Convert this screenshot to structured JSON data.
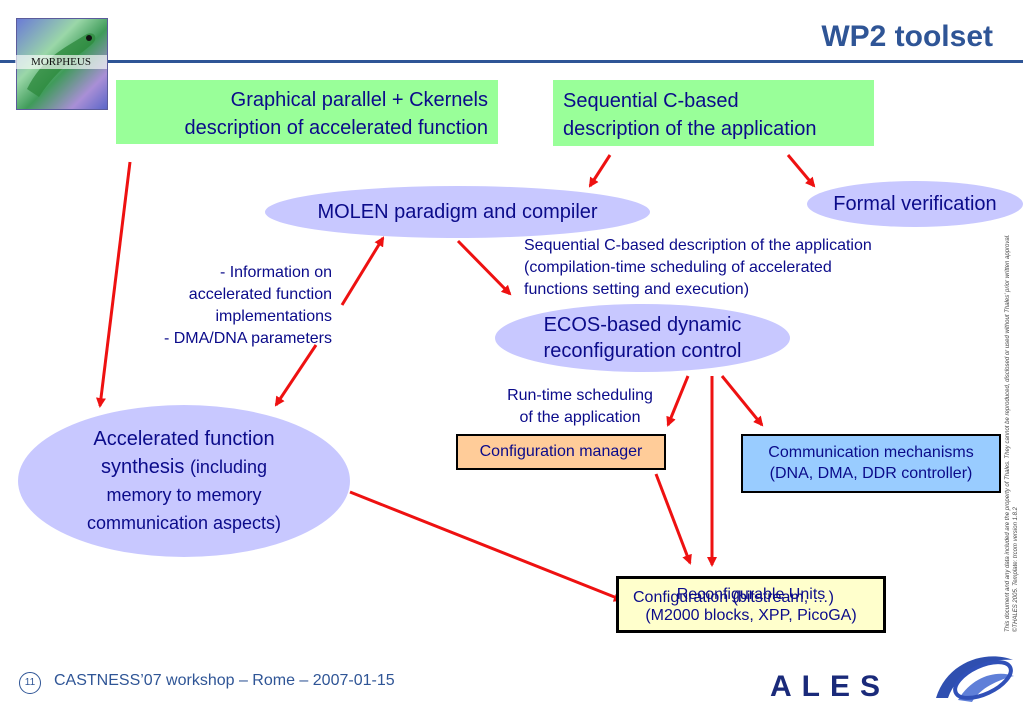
{
  "header": {
    "title": "WP2 toolset",
    "logo_text": "MORPHEUS",
    "logo_icon": "chameleon-logo"
  },
  "boxes": {
    "graphical": [
      "Graphical parallel + Ckernels",
      "description of accelerated function"
    ],
    "sequential": [
      "Sequential C-based",
      "description of the application"
    ],
    "config_manager": "Configuration manager",
    "comm": [
      "Communication mechanisms",
      "(DNA, DMA, DDR controller)"
    ],
    "reconfig": [
      "Reconfigurable Units",
      "(M2000 blocks, XPP, PicoGA)"
    ]
  },
  "ellipses": {
    "molen": "MOLEN paradigm and compiler",
    "formal": "Formal verification",
    "ecos": [
      "ECOS-based dynamic",
      "reconfiguration control"
    ],
    "accel": [
      "Accelerated function",
      "synthesis",
      "(including",
      "memory to memory",
      "communication aspects)"
    ]
  },
  "notes": {
    "info": [
      "- Information on",
      "accelerated function",
      "implementations",
      "- DMA/DNA parameters"
    ],
    "seq": [
      "Sequential C-based description of the application",
      "(compilation-time scheduling of accelerated",
      "functions setting and execution)"
    ],
    "runtime": [
      "Run-time scheduling",
      "of the application"
    ],
    "config": "Configuration (bitstream, …)"
  },
  "side_text": [
    "This document and any data included are the property of Thales. They cannot be reproduced, disclosed or used without Thales' prior written approval.",
    "©THALES 2005. Template: trcom version 1.8.2"
  ],
  "footer": {
    "page": "11",
    "text": "CASTNESS’07 workshop – Rome – 2007-01-15",
    "brand": "ALES",
    "brand_icon": "ales-swirl-logo"
  },
  "colors": {
    "title": "#2f5596",
    "text": "#0b0b8a",
    "green": "#99ff99",
    "ellipse": "#c8c8ff",
    "orange": "#ffcc99",
    "blue": "#99ccff",
    "yellow": "#ffffcc",
    "arrow": "#ee1111"
  }
}
